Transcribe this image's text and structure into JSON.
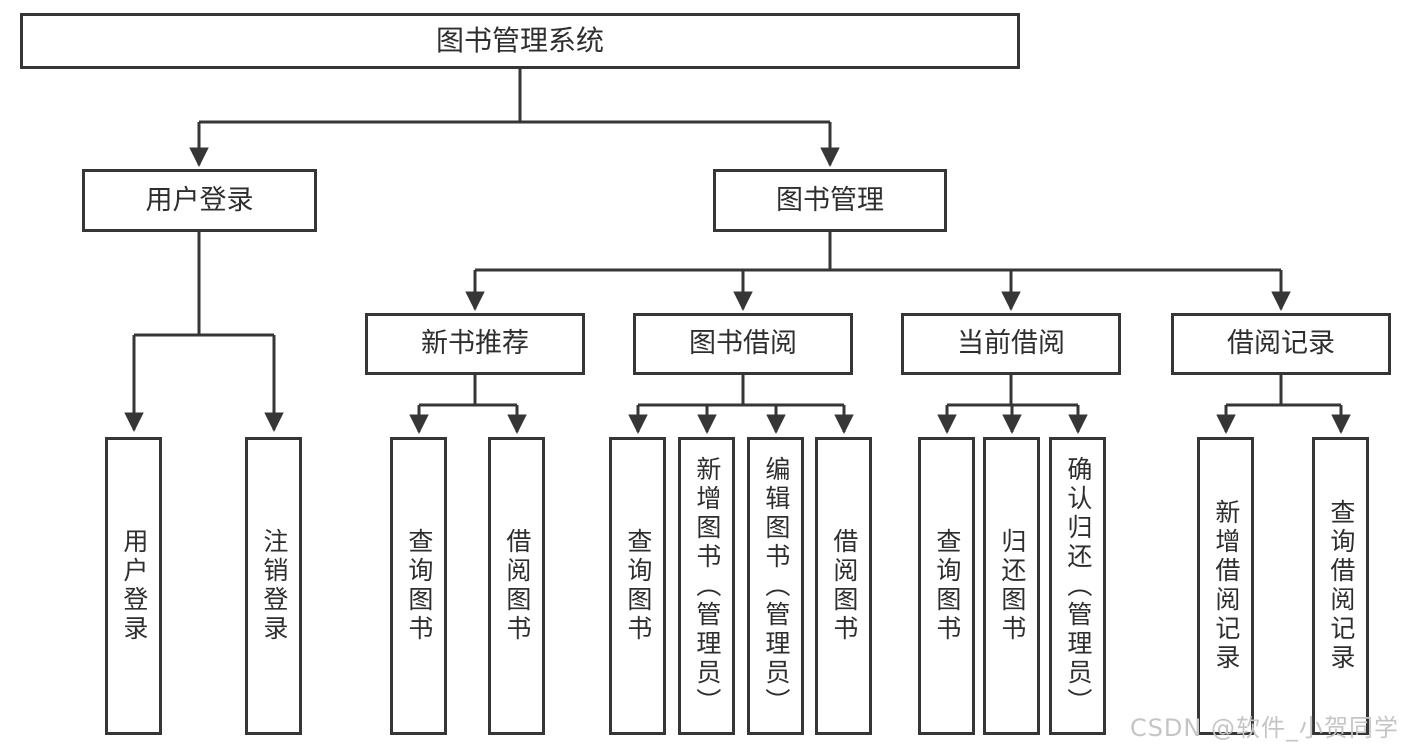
{
  "diagram": {
    "type": "hierarchy-tree",
    "line_color": "#363636",
    "box_border_color": "#363636",
    "text_color": "#2e2e2e",
    "background_color": "#ffffff",
    "root": {
      "label": "图书管理系统",
      "children": [
        {
          "label": "用户登录",
          "children": [
            {
              "label": "用户登录"
            },
            {
              "label": "注销登录"
            }
          ]
        },
        {
          "label": "图书管理",
          "children": [
            {
              "label": "新书推荐",
              "children": [
                {
                  "label": "查询图书"
                },
                {
                  "label": "借阅图书"
                }
              ]
            },
            {
              "label": "图书借阅",
              "children": [
                {
                  "label": "查询图书"
                },
                {
                  "label": "新增图书（管理员）"
                },
                {
                  "label": "编辑图书（管理员）"
                },
                {
                  "label": "借阅图书"
                }
              ]
            },
            {
              "label": "当前借阅",
              "children": [
                {
                  "label": "查询图书"
                },
                {
                  "label": "归还图书"
                },
                {
                  "label": "确认归还（管理员）"
                }
              ]
            },
            {
              "label": "借阅记录",
              "children": [
                {
                  "label": "新增借阅记录"
                },
                {
                  "label": "查询借阅记录"
                }
              ]
            }
          ]
        }
      ]
    }
  },
  "watermark": {
    "text": "CSDN @软件_小贺同学",
    "color": "#c5c5c5"
  }
}
